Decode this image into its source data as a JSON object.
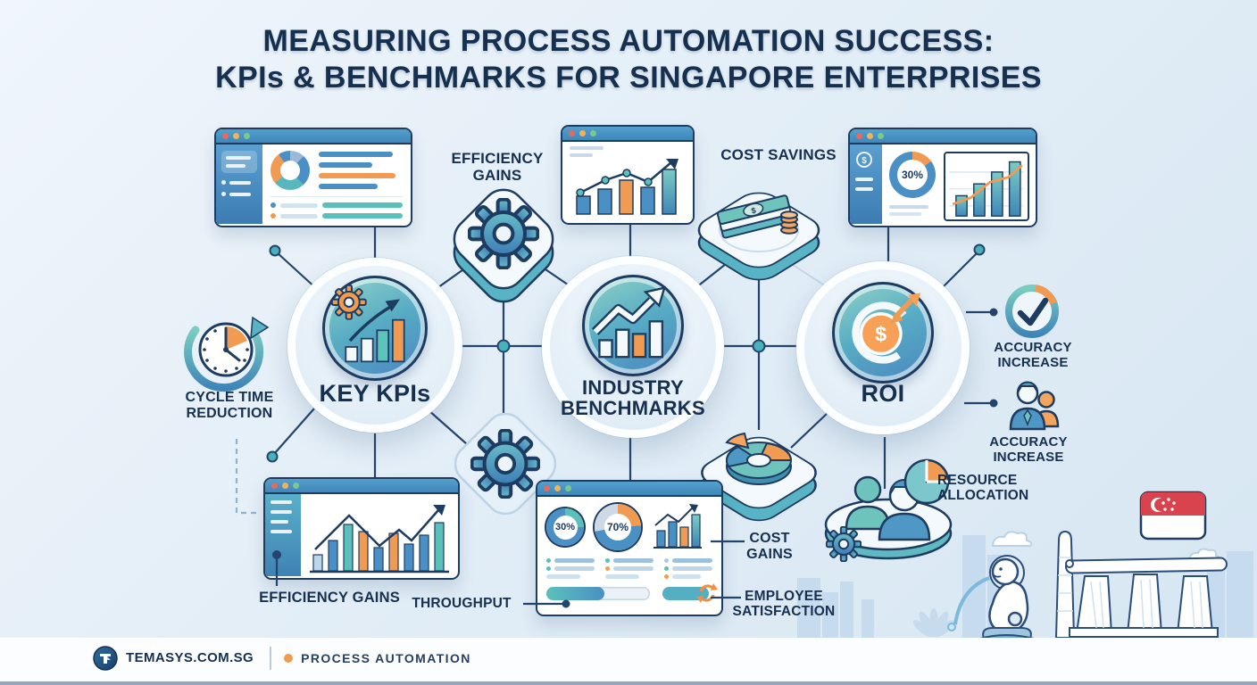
{
  "title": {
    "line1": "MEASURING PROCESS AUTOMATION SUCCESS:",
    "line2": "KPIs & BENCHMARKS FOR SINGAPORE ENTERPRISES"
  },
  "nodes": {
    "key_kpis": {
      "label": "KEY KPIs"
    },
    "industry_benchmarks": {
      "label": "INDUSTRY BENCHMARKS"
    },
    "roi": {
      "label": "ROI"
    }
  },
  "callouts": {
    "efficiency_gains_top": "EFFICIENCY GAINS",
    "cost_savings": "COST SAVINGS",
    "cycle_time_reduction": "CYCLE TIME REDUCTION",
    "accuracy_increase_top": "ACCURACY INCREASE",
    "accuracy_increase_bottom": "ACCURACY INCREASE",
    "resource_allocation": "RESOURCE ALLOCATION",
    "efficiency_gains_bottom": "EFFICIENCY GAINS",
    "throughput": "THROUGHPUT",
    "cost_gains": "COST GAINS",
    "employee_satisfaction": "EMPLOYEE SATISFACTION"
  },
  "dashboards": {
    "roi_window_donut": "30%",
    "benchmark_donut_left": "30%",
    "benchmark_donut_right": "70%"
  },
  "footer": {
    "brand": "TEMASYS.COM.SG",
    "tagline": "PROCESS AUTOMATION"
  },
  "icons": {
    "gear": "process-gear",
    "clock": "cycle-time-clock",
    "money": "cash-and-coins",
    "target": "roi-target-dollar",
    "check": "accuracy-checkmark",
    "people": "team-people",
    "pie": "allocation-pie",
    "skyline": "singapore-skyline-merlion-mbs",
    "flag": "singapore-flag"
  },
  "colors": {
    "navy": "#1e3c60",
    "blue": "#4a90c4",
    "teal": "#57b7bc",
    "orange": "#f09a52",
    "background": "#e6f0f8",
    "flag_red": "#d8434e"
  }
}
